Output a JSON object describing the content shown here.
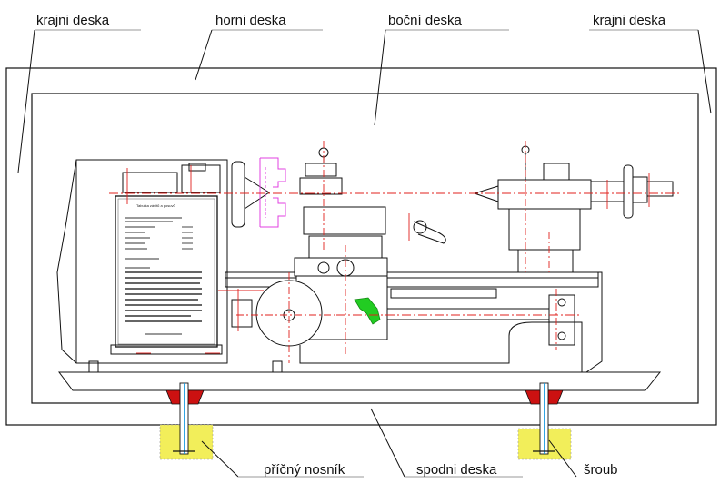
{
  "diagram": {
    "labels": {
      "krajni_left": "krajni deska",
      "horni": "horni deska",
      "bocni": "boční deska",
      "krajni_right": "krajni deska",
      "pricny": "příčný nosník",
      "spodni": "spodni deska",
      "sroub": "šroub"
    },
    "plate": {
      "heading": "Tabulka závitů a posuvů"
    },
    "colors": {
      "line": "#111111",
      "axis": "#e0201c",
      "chuck": "#e040e0",
      "highlight": "#22cc22",
      "foot": "#cc1111",
      "beam": "#f2ee5a"
    }
  }
}
